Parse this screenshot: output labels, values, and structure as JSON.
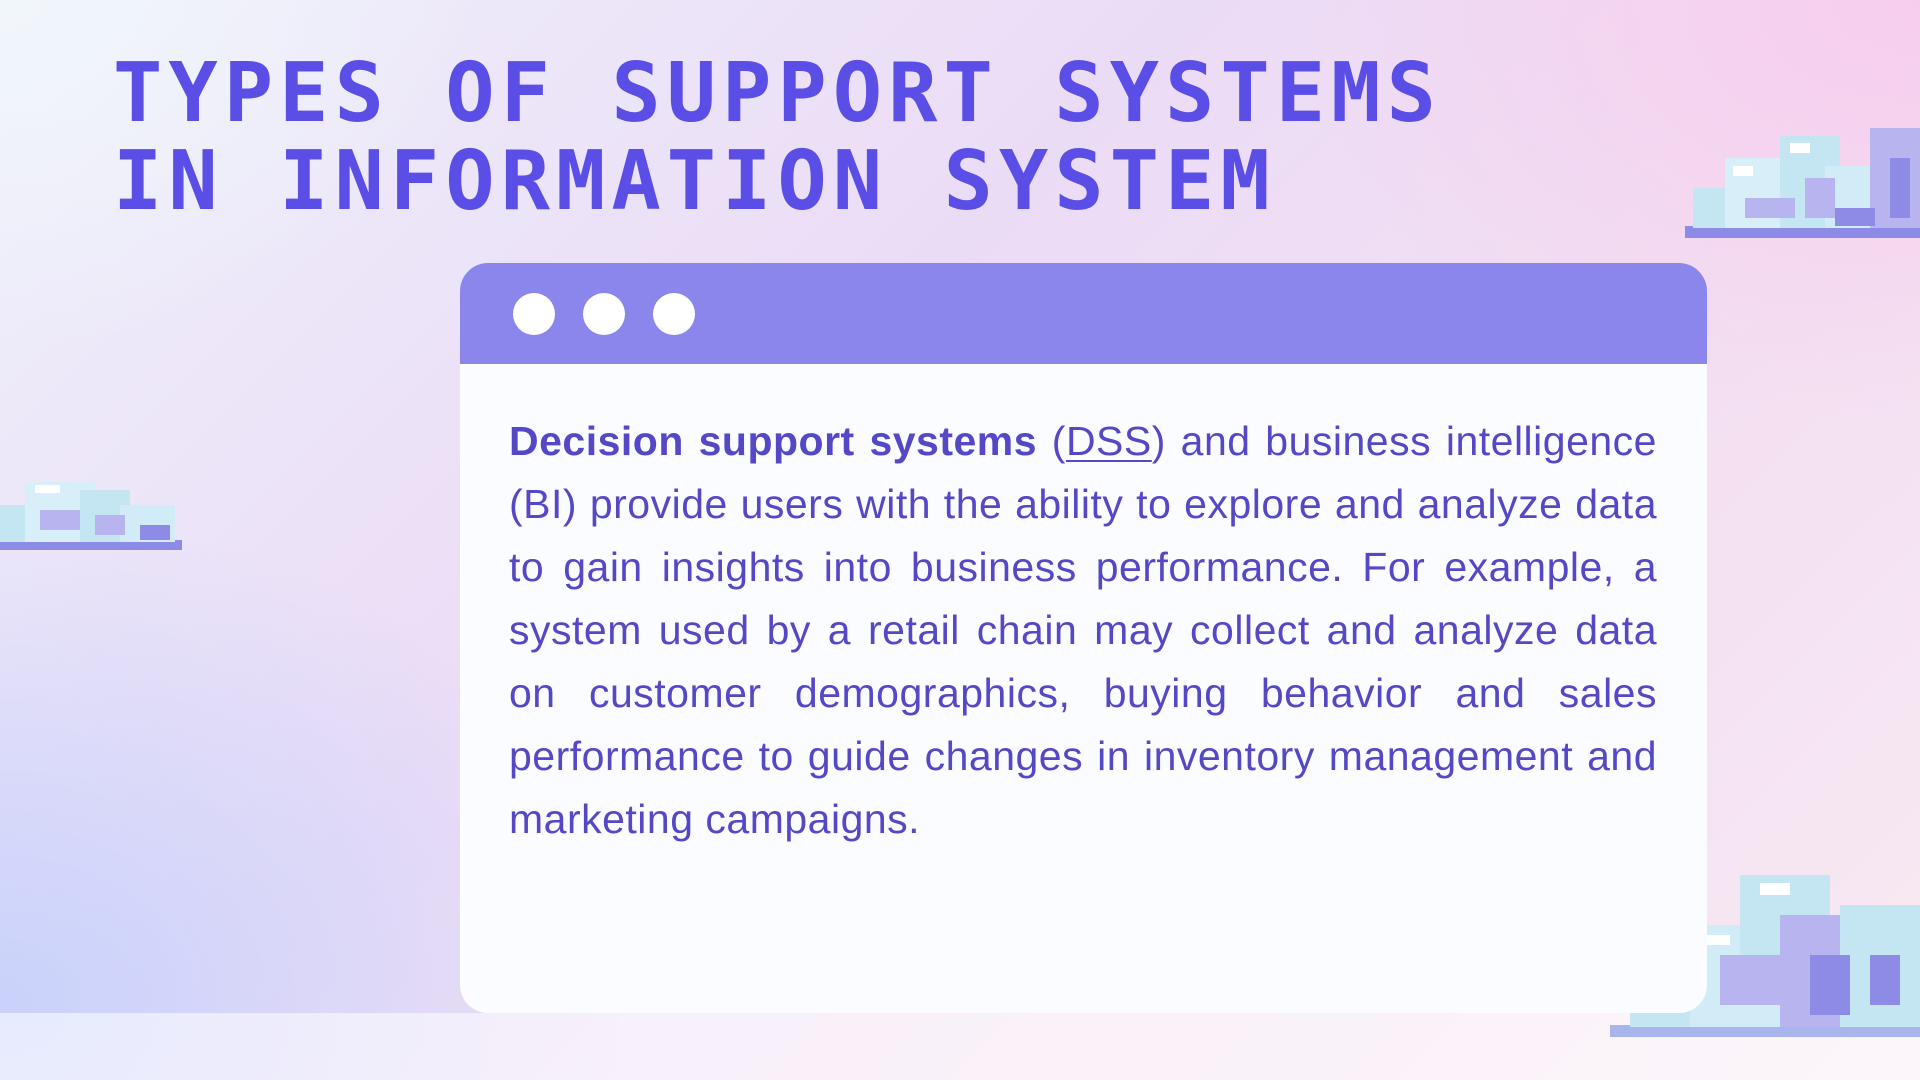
{
  "slide": {
    "title_line1": "TYPES OF SUPPORT SYSTEMS",
    "title_line2": "IN INFORMATION SYSTEM"
  },
  "window": {
    "dot_count": 3,
    "bar_color": "#8b86ec",
    "paragraph": {
      "bold_lead": "Decision support systems",
      "open_paren": " (",
      "abbr": "DSS",
      "rest": ") and business intelligence (BI) provide users with the ability to explore and analyze data to gain insights into business performance. For example, a system used by a retail chain may collect and analyze data on customer demographics, buying behavior and sales performance to guide changes in inventory management and marketing campaigns."
    }
  },
  "colors": {
    "title": "#5a4ee6",
    "text": "#5448c6",
    "window_bg": "#fbfcff",
    "cloud_light": "#c4e6f3",
    "cloud_mid": "#b7b4f0",
    "cloud_dark": "#8e8be6"
  },
  "decorations": {
    "clouds": [
      "pixel-cloud-icon",
      "pixel-cloud-icon",
      "pixel-cloud-icon"
    ]
  }
}
